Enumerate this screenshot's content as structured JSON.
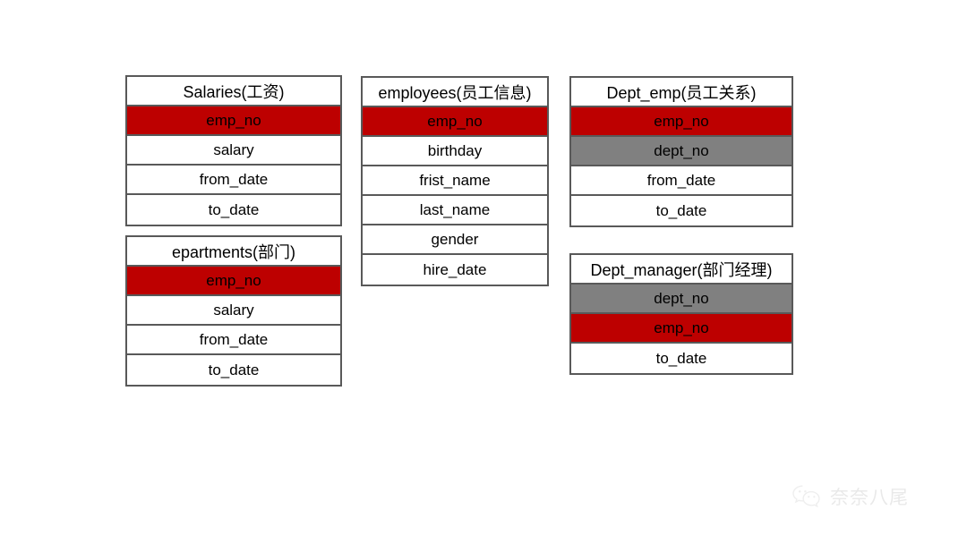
{
  "diagram": {
    "type": "entity-relationship-diagram",
    "legend": {
      "primary_key_color": "#bd0000",
      "foreign_key_color": "#808080",
      "border_color": "#595959",
      "background_color": "#ffffff"
    },
    "tables": [
      {
        "id": "salaries",
        "title": "Salaries(工资)",
        "rows": [
          {
            "label": "emp_no",
            "style": "pk"
          },
          {
            "label": "salary",
            "style": "plain"
          },
          {
            "label": "from_date",
            "style": "plain"
          },
          {
            "label": "to_date",
            "style": "plain"
          }
        ]
      },
      {
        "id": "departments",
        "title": "epartments(部门)",
        "rows": [
          {
            "label": "emp_no",
            "style": "pk"
          },
          {
            "label": "salary",
            "style": "plain"
          },
          {
            "label": "from_date",
            "style": "plain"
          },
          {
            "label": "to_date",
            "style": "plain"
          }
        ]
      },
      {
        "id": "employees",
        "title": "employees(员工信息)",
        "rows": [
          {
            "label": "emp_no",
            "style": "pk"
          },
          {
            "label": "birthday",
            "style": "plain"
          },
          {
            "label": "frist_name",
            "style": "plain"
          },
          {
            "label": "last_name",
            "style": "plain"
          },
          {
            "label": "gender",
            "style": "plain"
          },
          {
            "label": "hire_date",
            "style": "plain"
          }
        ]
      },
      {
        "id": "dept_emp",
        "title": "Dept_emp(员工关系)",
        "rows": [
          {
            "label": "emp_no",
            "style": "pk"
          },
          {
            "label": "dept_no",
            "style": "fk"
          },
          {
            "label": "from_date",
            "style": "plain"
          },
          {
            "label": "to_date",
            "style": "plain"
          }
        ]
      },
      {
        "id": "dept_manager",
        "title": "Dept_manager(部门经理)",
        "rows": [
          {
            "label": "dept_no",
            "style": "fk"
          },
          {
            "label": "emp_no",
            "style": "pk"
          },
          {
            "label": "to_date",
            "style": "plain"
          }
        ]
      }
    ]
  },
  "watermark": {
    "icon": "wechat-icon",
    "text": "奈奈八尾"
  }
}
